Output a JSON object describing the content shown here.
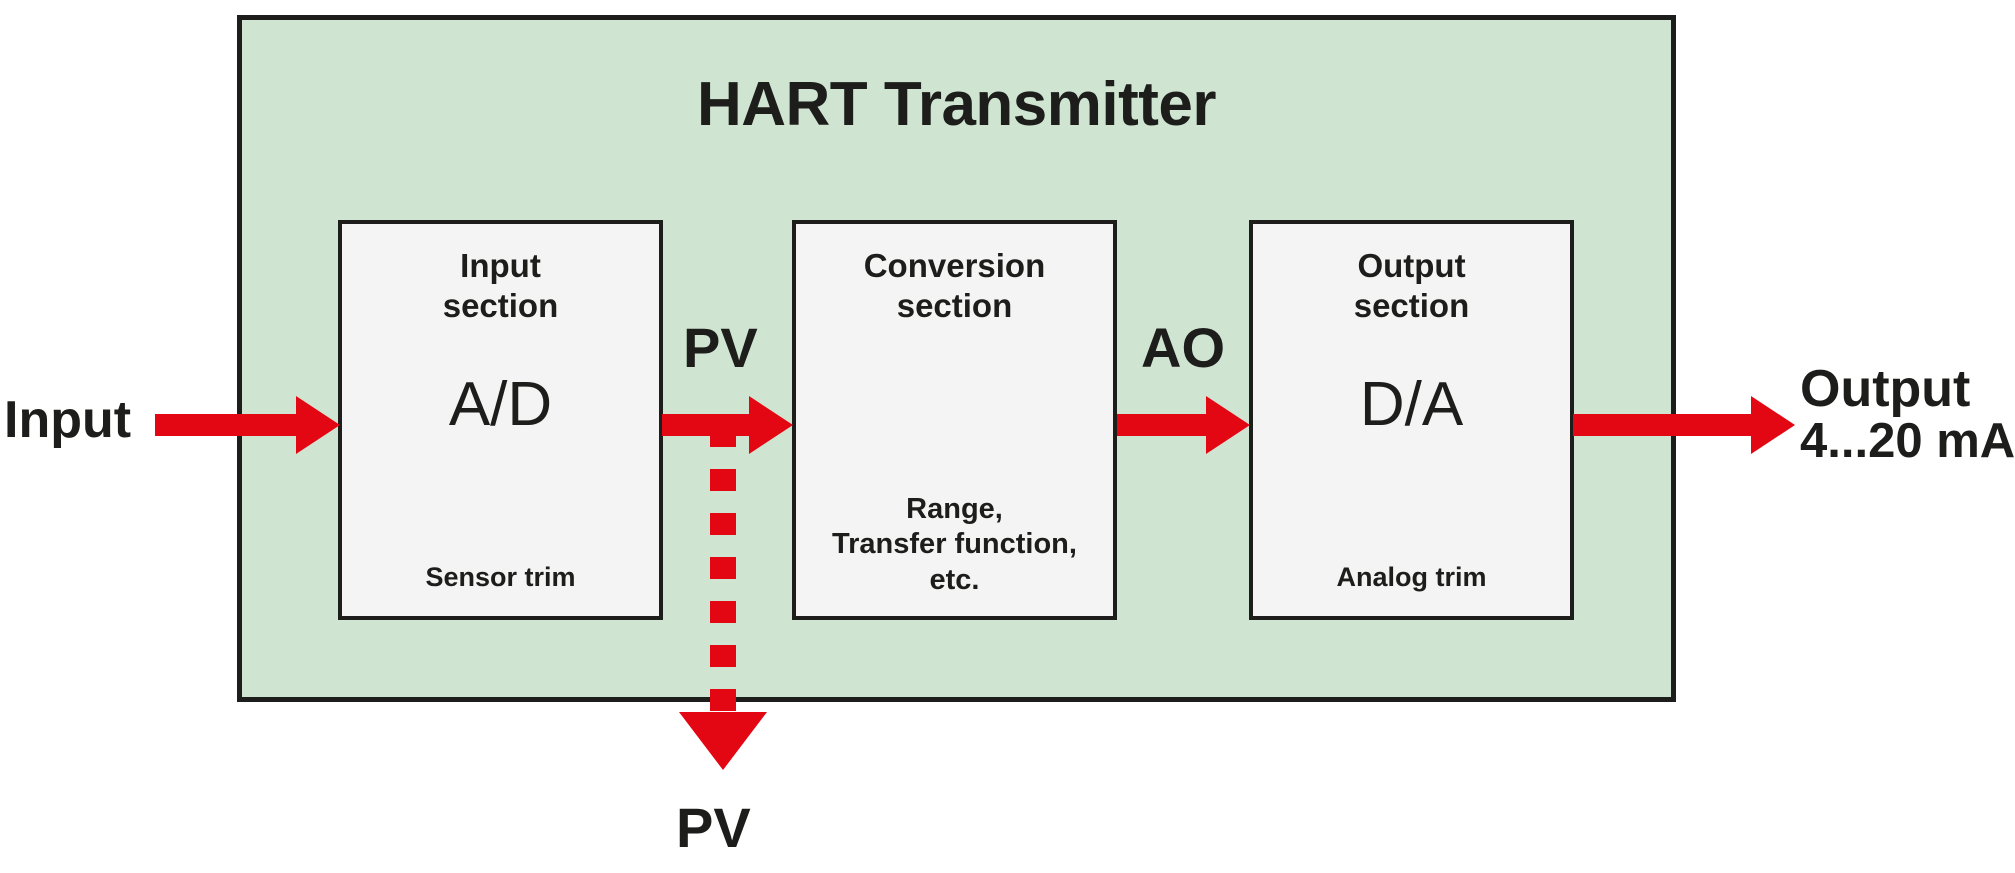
{
  "diagram": {
    "title": "HART Transmitter",
    "enclosure_color": "#cfe5d1",
    "block_color": "#f4f4f4",
    "arrow_color": "#e30613",
    "line_color": "#1d1d1b"
  },
  "blocks": [
    {
      "heading": "Input\nsection",
      "heading_line1": "Input",
      "heading_line2": "section",
      "big": "A/D",
      "sub": "Sensor trim"
    },
    {
      "heading_line1": "Conversion",
      "heading_line2": "section",
      "big": "",
      "sub_line1": "Range,",
      "sub_line2": "Transfer function,",
      "sub_line3": "etc."
    },
    {
      "heading_line1": "Output",
      "heading_line2": "section",
      "big": "D/A",
      "sub": "Analog trim"
    }
  ],
  "labels": {
    "input": "Input",
    "output_line1": "Output",
    "output_line2": "4...20 mA",
    "pv_top": "PV",
    "ao": "AO",
    "pv_bottom": "PV"
  },
  "icons": {
    "arrow_input": "right-arrow-icon",
    "arrow_pv": "right-arrow-icon",
    "arrow_ao": "right-arrow-icon",
    "arrow_output": "right-arrow-icon",
    "pv_branch": "dashed-down-arrow-icon"
  }
}
